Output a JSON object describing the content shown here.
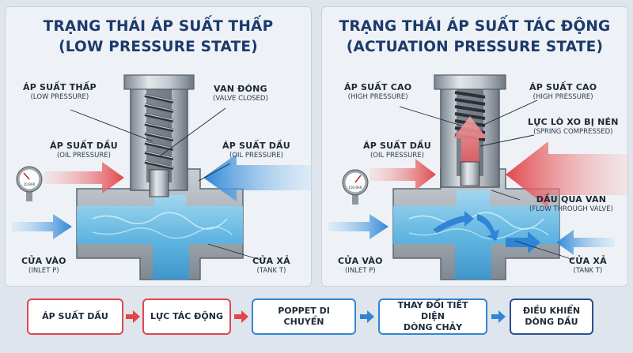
{
  "left": {
    "title_line1": "TRẠNG THÁI ÁP SUẤT THẤP",
    "title_line2": "(LOW PRESSURE STATE)",
    "labels": {
      "low_pressure": {
        "vi": "ÁP SUẤT THẤP",
        "en": "(LOW PRESSURE)"
      },
      "valve_closed": {
        "vi": "VAN ĐÓNG",
        "en": "(VALVE CLOSED)"
      },
      "oil_pressure_left": {
        "vi": "ÁP SUẤT DẦU",
        "en": "(OIL PRESSURE)"
      },
      "oil_pressure_right": {
        "vi": "ÁP SUẤT DẦU",
        "en": "(OIL PRESSURE)"
      },
      "inlet": {
        "vi": "CỬA VÀO",
        "en": "(INLET P)"
      },
      "outlet": {
        "vi": "CỬA XẢ",
        "en": "(TANK T)"
      }
    },
    "gauge_text": "10 BAR"
  },
  "right": {
    "title_line1": "TRẠNG THÁI ÁP SUẤT TÁC ĐỘNG",
    "title_line2": "(ACTUATION PRESSURE STATE)",
    "labels": {
      "high_pressure_left": {
        "vi": "ÁP SUẤT CAO",
        "en": "(HIGH PRESSURE)"
      },
      "high_pressure_right": {
        "vi": "ÁP SUẤT CAO",
        "en": "(HIGH PRESSURE)"
      },
      "spring_compressed": {
        "vi": "LỰC LÒ XO BỊ NÉN",
        "en": "(SPRING COMPRESSED)"
      },
      "oil_pressure": {
        "vi": "ÁP SUẤT DẦU",
        "en": "(OIL PRESSURE)"
      },
      "flow_through": {
        "vi": "DẦU QUA VAN",
        "en": "(FLOW THROUGH VALVE)"
      },
      "inlet": {
        "vi": "CỬA VÀO",
        "en": "(INLET P)"
      },
      "outlet": {
        "vi": "CỬA XẢ",
        "en": "(TANK T)"
      }
    },
    "gauge_text": "100 BAR"
  },
  "flow": [
    {
      "line1": "ÁP SUẤT DẦU",
      "line2": "",
      "color": "#e0474c"
    },
    {
      "line1": "LỰC TÁC ĐỘNG",
      "line2": "",
      "color": "#e0474c"
    },
    {
      "line1": "POPPET DI CHUYỂN",
      "line2": "",
      "color": "#2f86d6"
    },
    {
      "line1": "THAY ĐỔI TIẾT DIỆN",
      "line2": "DÒNG CHẢY",
      "color": "#2f86d6"
    },
    {
      "line1": "ĐIỀU KHIỂN",
      "line2": "DÒNG DẦU",
      "color": "#2a4f8f"
    }
  ],
  "colors": {
    "title": "#1c3a6b",
    "pressure_red": "#e0474c",
    "flow_blue": "#2f86d6",
    "fluid": "#6fc3ea",
    "steel": "#a9b1ba"
  }
}
